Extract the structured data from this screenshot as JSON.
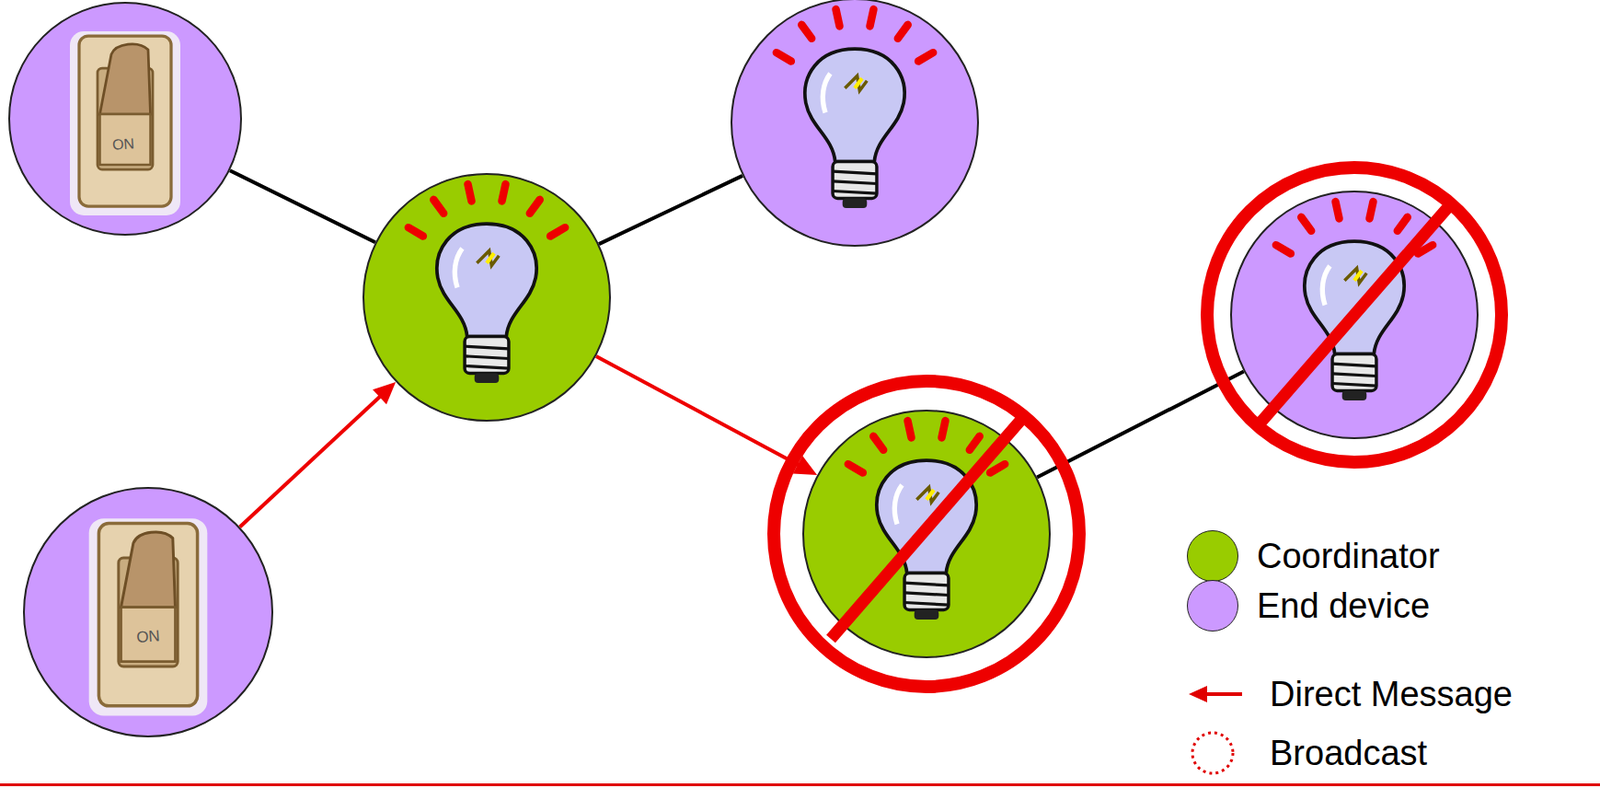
{
  "diagram": {
    "nodes": [
      {
        "text": [
          "ON"
        ]
      },
      {
        "text": [
          "ON"
        ]
      },
      {
        "text": []
      },
      {
        "text": []
      },
      {
        "text": []
      },
      {
        "text": []
      }
    ],
    "edges": [
      {
        "from": 0,
        "to": 2,
        "arrow": "none"
      },
      {
        "from": 1,
        "to": 2,
        "arrow": "to"
      },
      {
        "from": 2,
        "to": 3,
        "arrow": "none"
      },
      {
        "from": 2,
        "to": 4,
        "arrow": "to"
      },
      {
        "from": 4,
        "to": 5,
        "arrow": "none"
      }
    ],
    "legend": [
      {
        "text": "Coordinator",
        "color": "#99cc00"
      },
      {
        "text": "End device",
        "color": "#cc99ff"
      },
      {
        "text": "Direct Message"
      },
      {
        "text": "Broadcast"
      }
    ]
  }
}
